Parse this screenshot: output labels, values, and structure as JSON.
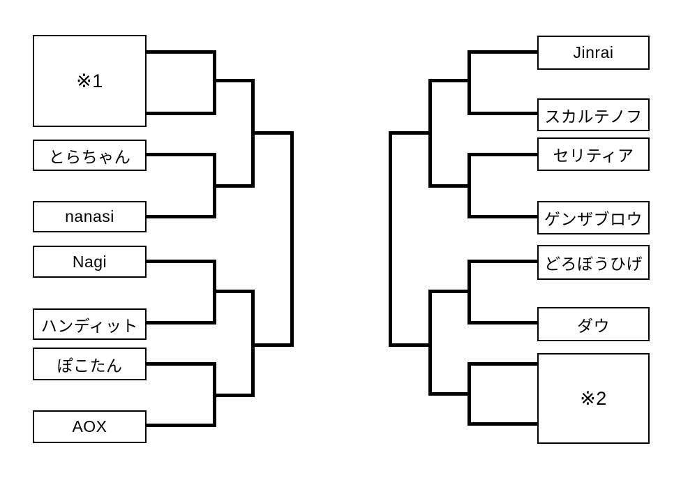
{
  "diagram": {
    "type": "tournament-bracket",
    "colors": {
      "background": "#ffffff",
      "line": "#000000",
      "box_border": "#000000",
      "text": "#000000"
    },
    "left_bracket": {
      "slots": [
        {
          "label": "※1"
        },
        {
          "label": "とらちゃん"
        },
        {
          "label": "nanasi"
        },
        {
          "label": "Nagi"
        },
        {
          "label": "ハンディット"
        },
        {
          "label": "ぽこたん"
        },
        {
          "label": "AOX"
        }
      ]
    },
    "right_bracket": {
      "slots": [
        {
          "label": "Jinrai"
        },
        {
          "label": "スカルテノフ"
        },
        {
          "label": "セリティア"
        },
        {
          "label": "ゲンザブロウ"
        },
        {
          "label": "どろぼうひげ"
        },
        {
          "label": "ダウ"
        },
        {
          "label": "※2"
        }
      ]
    }
  }
}
